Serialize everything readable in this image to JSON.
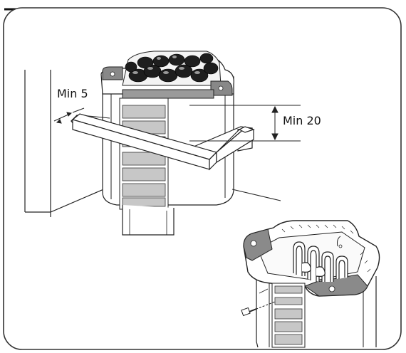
{
  "diagram": {
    "labels": {
      "side_clearance": "Min 5",
      "top_clearance": "Min 20"
    },
    "colors": {
      "line": "#222222",
      "panel": "#c7c7c7",
      "stone": "#1e1e1e",
      "frame": "#333333"
    },
    "icons": [
      "sauna-heater",
      "guard-rail",
      "heater-detail",
      "screw"
    ]
  }
}
